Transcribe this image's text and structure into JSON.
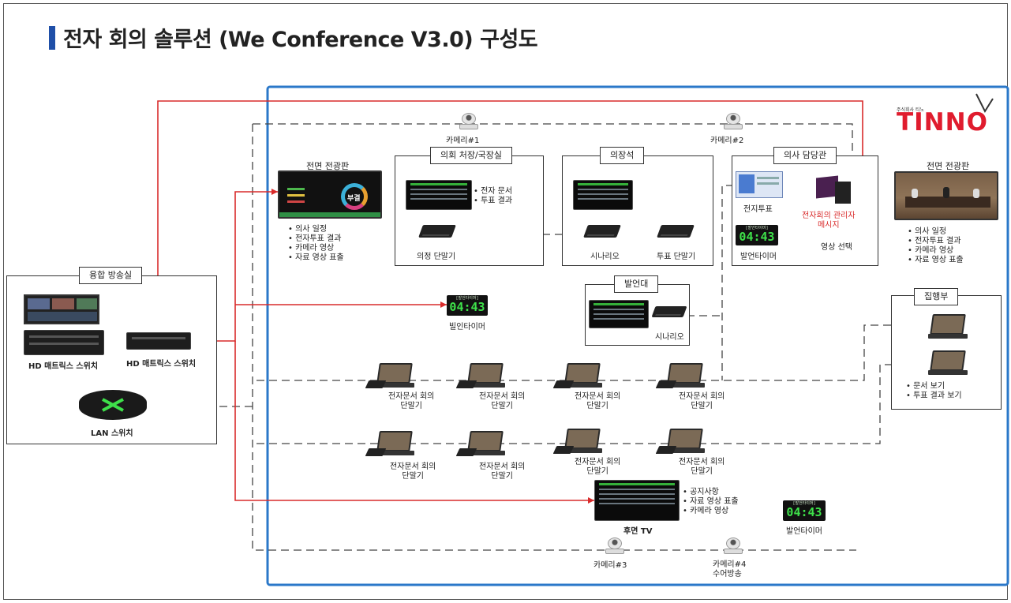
{
  "title": "전자 회의 솔루션 (We Conference V3.0) 구성도",
  "brand": {
    "tagline": "주식회사 티노",
    "name": "TINNO"
  },
  "colors": {
    "accent": "#1f4fa8",
    "power_line": "#d92b2b",
    "network_line": "#444444",
    "frame_blue": "#2b78c9",
    "timer_green": "#3ee04a"
  },
  "cameras": [
    {
      "label": "카메리#1"
    },
    {
      "label": "카메리#2"
    },
    {
      "label": "카메리#3"
    },
    {
      "label": "카메리#4",
      "sub": "수어방송"
    }
  ],
  "front_board_left": {
    "title": "전면 전광판",
    "screen_badge": "부결",
    "bullets": [
      "의사 일정",
      "전자투표 결과",
      "카메라 영상",
      "자료 영상 표출"
    ]
  },
  "front_board_right": {
    "title": "전면 전광판",
    "bullets": [
      "의사 일정",
      "전자투표 결과",
      "카메라 영상",
      "자료 영상 표출"
    ]
  },
  "chair_room": {
    "title": "의회 처장/국장실",
    "bullets": [
      "전자 문서",
      "투표 결과"
    ],
    "device_label": "의정 단말기"
  },
  "speaker_seat": {
    "title": "의장석",
    "device1": "시나리오",
    "device2": "투표 단말기"
  },
  "clerk": {
    "title": "의사 담당관",
    "vote_label": "전지투표",
    "admin_label": "전자회의 관리자\n메시지",
    "timer_label": "발언타이머",
    "video_label": "영상 선택"
  },
  "broadcast": {
    "title": "융합 방송실",
    "matrix1": "HD 매트릭스 스위치",
    "matrix2": "HD 매트릭스 스위치",
    "lan": "LAN 스위치"
  },
  "timer_center": {
    "label": "빌인타이머"
  },
  "timer_bottom": {
    "label": "발언타이머"
  },
  "timers": {
    "display": "04:43",
    "small": "[발언타이머]"
  },
  "podium": {
    "title": "발언대",
    "device_label": "시나리오"
  },
  "execution": {
    "title": "집행부",
    "bullets": [
      "문서 보기",
      "투표 결과 보기"
    ]
  },
  "terminals": [
    "전자문서 회의\n단말기",
    "전자문서 회의\n단말기",
    "전자문서 회의\n단말기",
    "전자문서 회의\n단말기",
    "전자문서 회의\n단말기",
    "전자문서 회의\n단말기",
    "전자문서 회의\n단말기",
    "전자문서 회의\n단말기"
  ],
  "rear_tv": {
    "label": "후면 TV",
    "bullets": [
      "공지사항",
      "자료 영상 표출",
      "카메라 영상"
    ]
  }
}
